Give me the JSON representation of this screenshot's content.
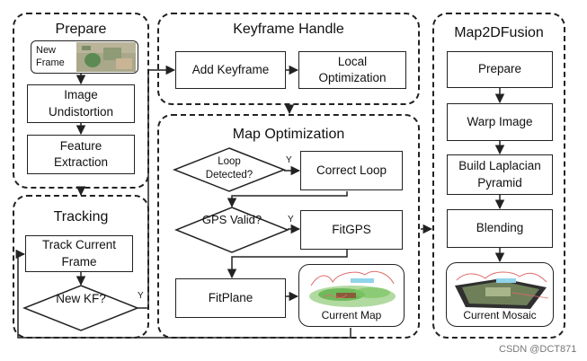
{
  "groups": {
    "prepare": {
      "title": "Prepare",
      "new_frame": [
        "New",
        "Frame"
      ],
      "image_undistortion": [
        "Image",
        "Undistortion"
      ],
      "feature_extraction": [
        "Feature",
        "Extraction"
      ]
    },
    "tracking": {
      "title": "Tracking",
      "track_current_frame": [
        "Track Current",
        "Frame"
      ],
      "new_kf": [
        "New",
        "KF?"
      ],
      "yes_label": "Y"
    },
    "keyframe_handle": {
      "title": "Keyframe Handle",
      "add_keyframe": "Add Keyframe",
      "local_optimization": [
        "Local",
        "Optimization"
      ]
    },
    "map_optimization": {
      "title": "Map Optimization",
      "loop_detected": [
        "Loop",
        "Detected?"
      ],
      "correct_loop": "Correct Loop",
      "gps_valid": [
        "GPS",
        "Valid?"
      ],
      "fitgps": "FitGPS",
      "fitplane": "FitPlane",
      "current_map": "Current Map",
      "yes_label_loop": "Y",
      "yes_label_gps": "Y"
    },
    "map2dfusion": {
      "title": "Map2DFusion",
      "prepare": "Prepare",
      "warp_image": "Warp Image",
      "build_laplacian_pyramid": [
        "Build Laplacian",
        "Pyramid"
      ],
      "blending": "Blending",
      "current_mosaic": "Current Mosaic"
    }
  },
  "watermark": "CSDN @DCT871"
}
